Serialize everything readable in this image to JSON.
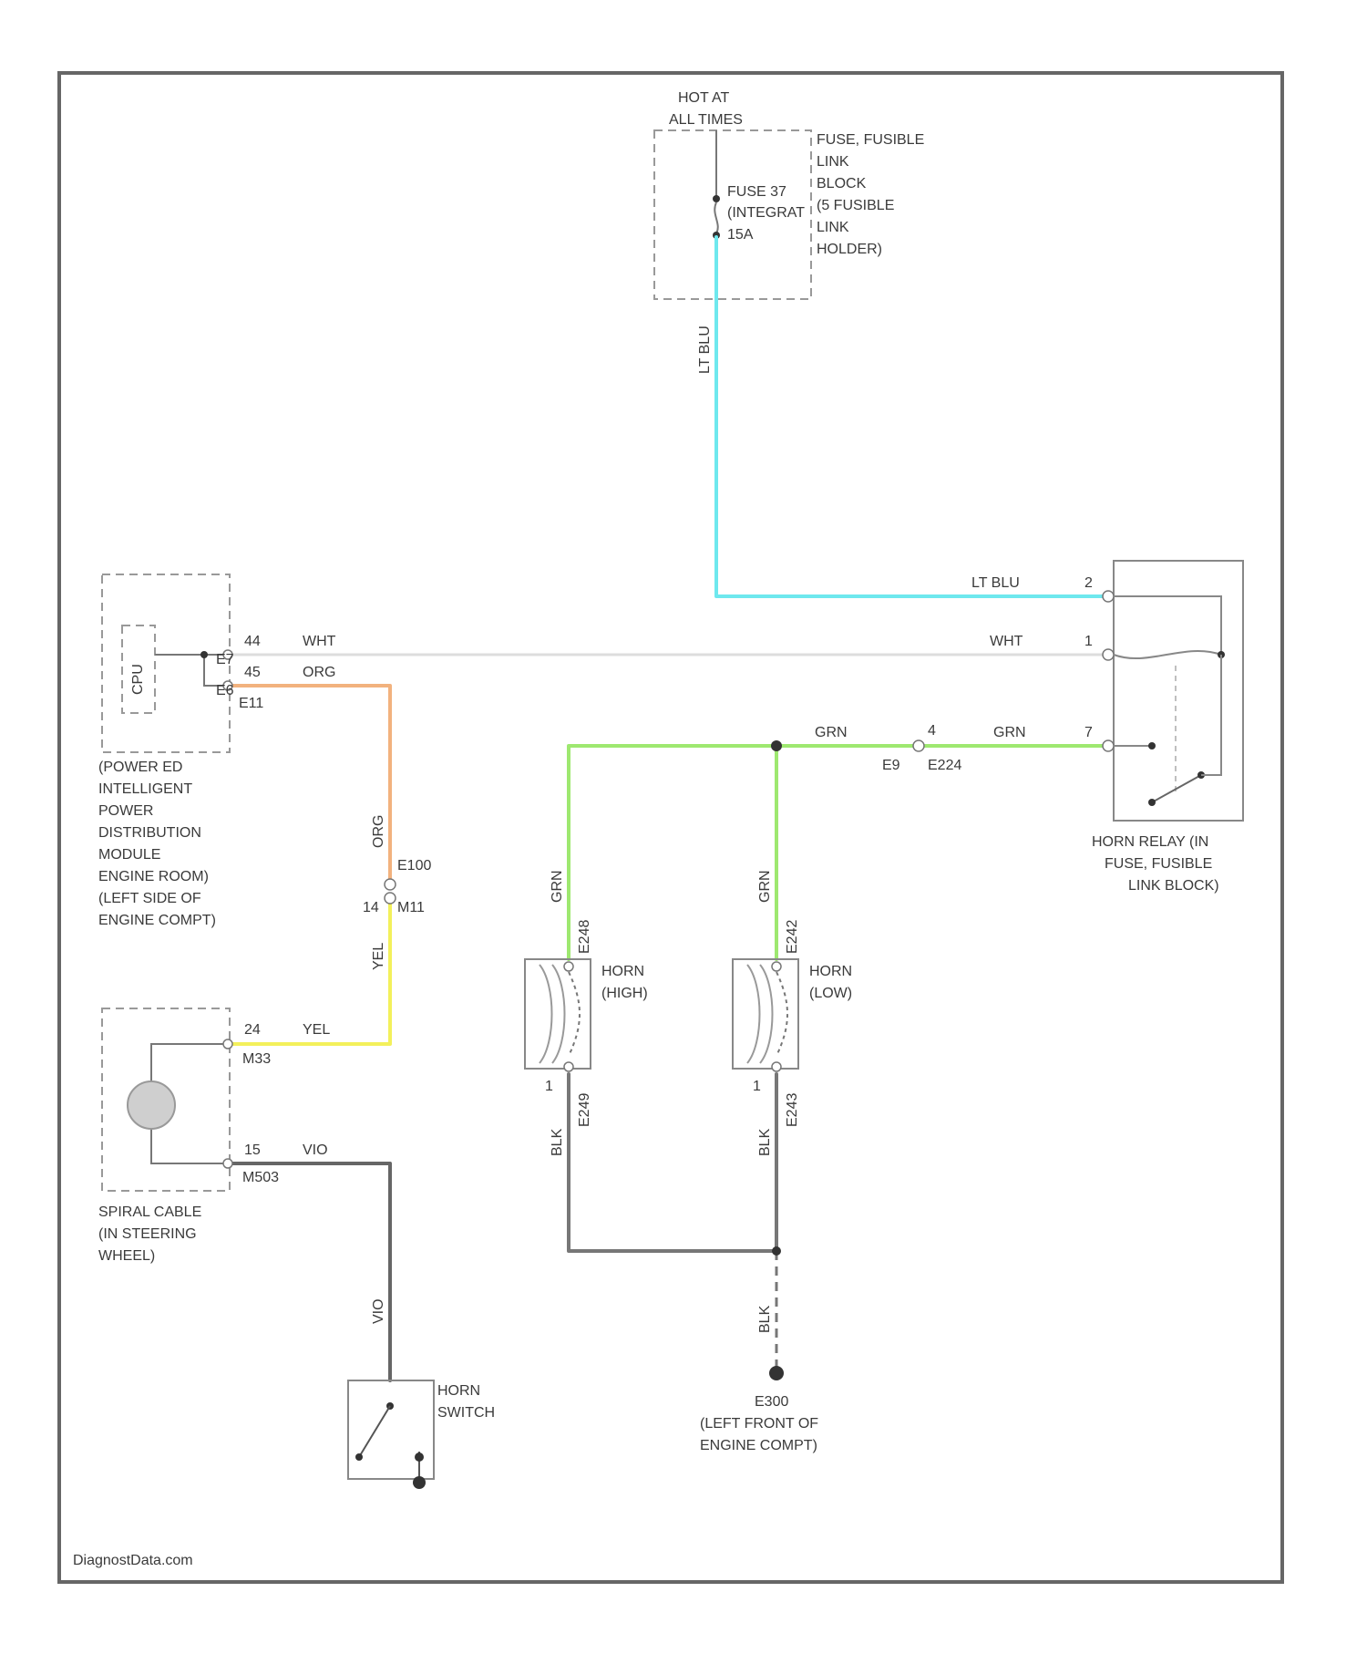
{
  "colors": {
    "lt_blu": "#6ee8ee",
    "wht": "#dddddd",
    "org": "#f2b27e",
    "yel": "#f3f05b",
    "grn": "#9ee870",
    "blk": "#777777",
    "vio": "#666666"
  },
  "fuse_block": {
    "hot_line1": "HOT AT",
    "hot_line2": "ALL TIMES",
    "fuse_line1": "FUSE 37",
    "fuse_line2": "(INTEGRAT",
    "fuse_line3": "15A",
    "name_lines": [
      "FUSE, FUSIBLE",
      "LINK",
      "BLOCK",
      "(5 FUSIBLE",
      "LINK",
      "HOLDER)"
    ]
  },
  "ipdm": {
    "pin_top": "44",
    "pin_mid": "45",
    "conn_top": "E7",
    "conn_mid": "E6",
    "conn_bot": "E11",
    "name_lines": [
      "(POWER ED",
      "INTELLIGENT",
      "POWER",
      "DISTRIBUTION",
      "MODULE",
      "ENGINE ROOM)",
      "(LEFT SIDE OF",
      "ENGINE COMPT)"
    ]
  },
  "horn_relay": {
    "pin_a": "2",
    "pin_b": "1",
    "pin_c": "7",
    "name_lines": [
      "HORN RELAY (IN",
      "FUSE, FUSIBLE",
      "LINK BLOCK)"
    ]
  },
  "wires": {
    "lt_blu_vertical": "LT BLU",
    "lt_blu_horizontal": "LT BLU",
    "wht_left": "WHT",
    "wht_right": "WHT",
    "org_top": "ORG",
    "org_vertical": "ORG",
    "yel_vertical": "YEL",
    "yel_horizontal": "YEL",
    "vio_horizontal": "VIO",
    "vio_vertical": "VIO",
    "grn_top_left": "GRN",
    "grn_top_right": "GRN",
    "grn_left_vertical": "GRN",
    "grn_right_vertical": "GRN",
    "blk_left_vertical": "BLK",
    "blk_right_vertical": "BLK",
    "blk_ground": "BLK"
  },
  "connectors": {
    "e100": "E100",
    "m11": "M11",
    "pin_14": "14",
    "inline_pin": "4",
    "inline_e9": "E9",
    "inline_e224": "E224",
    "high_top": "E248",
    "low_top": "E242",
    "high_bottom": "E249",
    "low_bottom": "E243",
    "horn_pin_1": "1",
    "horn_pin_1b": "1"
  },
  "horn_high": {
    "name_lines": [
      "HORN",
      "(HIGH)"
    ]
  },
  "horn_low": {
    "name_lines": [
      "HORN",
      "(LOW)"
    ]
  },
  "spiral_cable": {
    "pin_top": "24",
    "pin_bottom": "15",
    "conn_top": "M33",
    "conn_bottom": "M503",
    "name_lines": [
      "SPIRAL CABLE",
      "(IN STEERING",
      "WHEEL)"
    ]
  },
  "horn_switch": {
    "name_lines": [
      "HORN",
      "SWITCH"
    ]
  },
  "ground": {
    "name_lines": [
      "E300",
      "(LEFT FRONT OF",
      "ENGINE COMPT)"
    ]
  },
  "footer": {
    "credit": "DiagnostData.com"
  }
}
